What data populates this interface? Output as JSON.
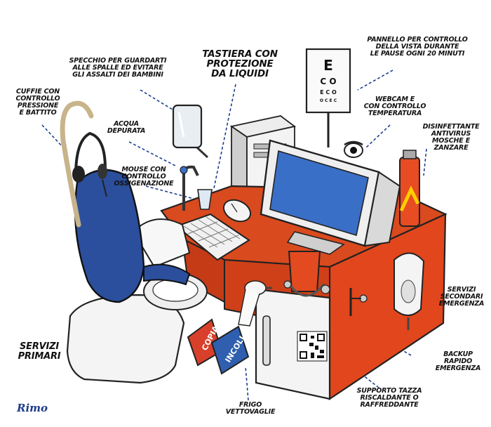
{
  "labels": {
    "cuffie": "CUFFIE CON\nCONTROLLO\nPRESSIONE\nE BATTITO",
    "specchio": "SPECCHIO PER GUARDARTI\nALLE SPALLE ED EVITARE\nGLI ASSALTI DEI BAMBINI",
    "tastiera": "TASTIERA CON\nPROTEZIONE\nDA LIQUIDI",
    "pannello": "PANNELLO PER CONTROLLO\nDELLA VISTA DURANTE\nLE PAUSE OGNI 20 MINUTI",
    "acqua": "ACQUA\nDEPURATA",
    "webcam": "WEBCAM E\nCON CONTROLLO\nTEMPERATURA",
    "disinfettante": "DISINFETTANTE\nANTIVIRUS\nMOSCHE E\nZANZARE",
    "mouse": "MOUSE CON\nCONTROLLO\nOSSIGENAZIONE",
    "servizi_secondari": "SERVIZI\nSECONDARI\nEMERGENZA",
    "servizi_primari": "SERVIZI\nPRIMARI",
    "backup": "BACKUP\nRAPIDO\nEMERGENZA",
    "supporto": "SUPPORTO TAZZA\nRISCALDANTE O\nRAFFREDDANTE",
    "frigo": "FRIGO\nVETTOVAGLIE"
  },
  "pedals": {
    "copia": "COPIA",
    "incolla": "INCOLLA"
  },
  "signature": "Rimo",
  "colors": {
    "desk_red": "#e2461c",
    "desk_top": "#d94a1e",
    "chair_blue": "#2b4f9c",
    "screen_blue": "#3a6fc8",
    "pedal_red": "#d8402b",
    "pedal_blue": "#2f5fae"
  }
}
